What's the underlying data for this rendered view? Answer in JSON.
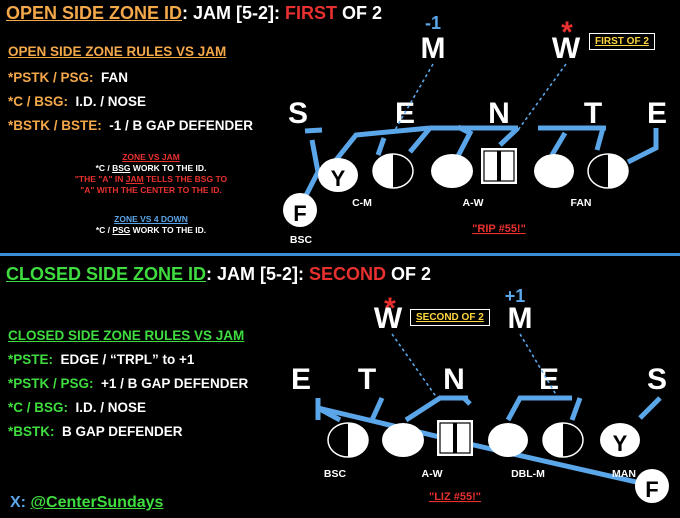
{
  "top": {
    "title_id": "OPEN SIDE ZONE ID",
    "title_front": ": JAM [5-2]: ",
    "title_order": "FIRST",
    "title_rest": " OF 2",
    "rules_heading": "OPEN SIDE ZONE RULES VS JAM",
    "rules": [
      {
        "pos": "*PSTK / PSG:",
        "rule": "FAN"
      },
      {
        "pos": "*C / BSG:",
        "rule": "I.D. / NOSE"
      },
      {
        "pos": "*BSTK / BSTE:",
        "rule": "-1 / B GAP DEFENDER"
      }
    ],
    "note1_heading": "ZONE VS JAM",
    "note1_a1": "*C / ",
    "note1_a2": "BSG",
    "note1_a3": " WORK TO THE ID.",
    "note1_b1": "\"THE \"A\" IN ",
    "note1_b2": "JAM",
    "note1_b3": " TELLS THE BSG TO",
    "note1_c": "\"A\" WITH THE CENTER TO THE ID.",
    "note2_heading": "ZONE VS 4 DOWN",
    "note2_a1": "*C / ",
    "note2_a2": "PSG",
    "note2_a3": " WORK TO THE ID.",
    "defense": [
      "S",
      "E",
      "N",
      "T",
      "E"
    ],
    "lb_m": "M",
    "lb_w": "W",
    "adj": "-1",
    "star": "*",
    "box": "FIRST OF 2",
    "y": "Y",
    "f": "F",
    "assign": [
      "C-M",
      "A-W",
      "FAN",
      "BSC"
    ],
    "call": "\"RIP #55!\""
  },
  "bottom": {
    "title_id": "CLOSED SIDE ZONE ID",
    "title_front": ": JAM [5-2]: ",
    "title_order": "SECOND",
    "title_rest": " OF 2",
    "rules_heading": "CLOSED SIDE ZONE RULES VS JAM",
    "rules": [
      {
        "pos": "*PSTE:",
        "rule": "EDGE / “TRPL” to +1"
      },
      {
        "pos": "*PSTK / PSG:",
        "rule": "+1 / B GAP DEFENDER"
      },
      {
        "pos": "*C / BSG:",
        "rule": "I.D. / NOSE"
      },
      {
        "pos": "*BSTK:",
        "rule": "B GAP DEFENDER"
      }
    ],
    "defense": [
      "E",
      "T",
      "N",
      "E",
      "S"
    ],
    "lb_w": "W",
    "lb_m": "M",
    "adj": "+1",
    "star": "*",
    "box": "SECOND OF 2",
    "y": "Y",
    "f": "F",
    "assign": [
      "BSC",
      "A-W",
      "DBL-M",
      "MAN"
    ],
    "call": "\"LIZ #55!\""
  },
  "footer": {
    "x": "X:",
    "handle": "@CenterSundays"
  },
  "colors": {
    "orange": "#f3a84a",
    "green": "#3fdc3f",
    "red": "#e8312f",
    "blue": "#5aa6e8",
    "yellow": "#ffd640"
  }
}
